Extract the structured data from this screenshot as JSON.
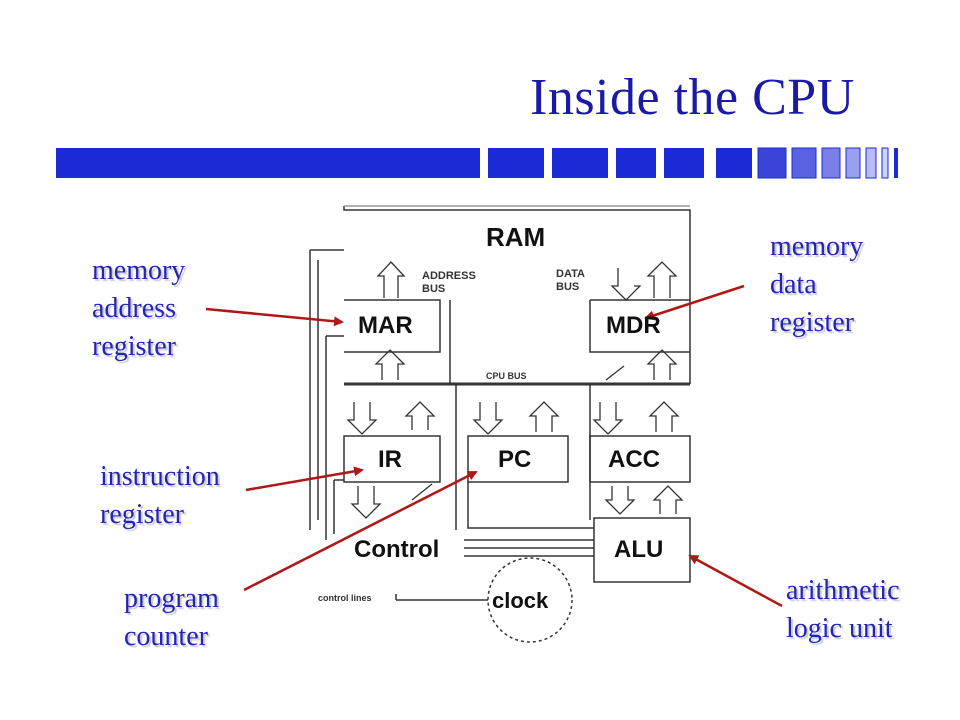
{
  "title": "Inside the CPU",
  "diagram": {
    "ram": "RAM",
    "mar": "MAR",
    "mdr": "MDR",
    "ir": "IR",
    "pc": "PC",
    "acc": "ACC",
    "control": "Control",
    "alu": "ALU",
    "clock": "clock",
    "address_bus": [
      "ADDRESS",
      "BUS"
    ],
    "data_bus": [
      "DATA",
      "BUS"
    ],
    "cpu_bus": "CPU BUS",
    "control_lines": "control lines"
  },
  "callouts": {
    "mar": [
      "memory",
      "address",
      "register"
    ],
    "mdr": [
      "memory",
      "data",
      "register"
    ],
    "ir": [
      "instruction",
      "register"
    ],
    "pc": [
      "program",
      "counter"
    ],
    "alu": [
      "arithmetic",
      "logic unit"
    ]
  },
  "colors": {
    "title": "#1a1aa6",
    "banner": "#1c2ad6",
    "callout_text": "#2424b4",
    "arrow": "#b01818"
  }
}
